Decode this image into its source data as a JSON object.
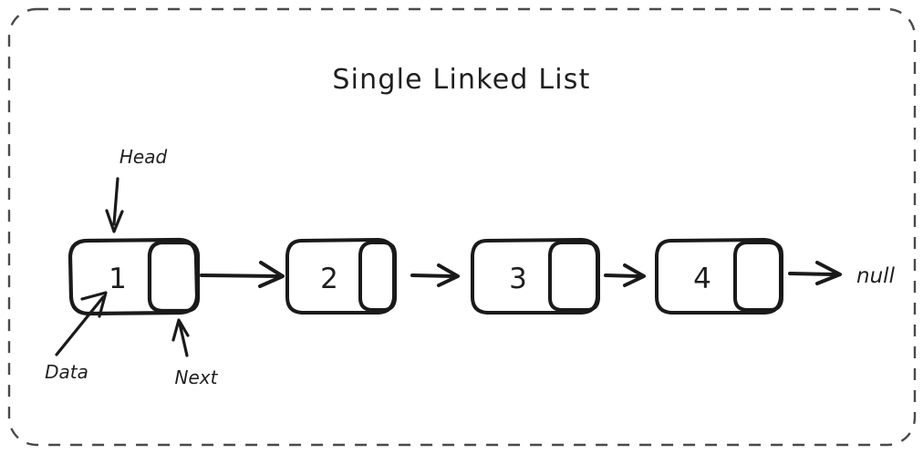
{
  "diagram": {
    "title": "Single Linked List",
    "background_color": "#ffffff",
    "frame": {
      "style": "dashed-rounded-rectangle",
      "stroke_color": "#4a4a4a"
    },
    "colors": {
      "data_cell": "#a9eab4",
      "next_cell": "#a5d5fb",
      "outline": "#1a1a1a",
      "text": "#1f1f1f"
    },
    "nodes": [
      {
        "id": "node-1",
        "value": "1",
        "data_label": "Data",
        "next_label": "Next"
      },
      {
        "id": "node-2",
        "value": "2"
      },
      {
        "id": "node-3",
        "value": "3"
      },
      {
        "id": "node-4",
        "value": "4"
      }
    ],
    "annotations": {
      "head": "Head",
      "data": "Data",
      "next": "Next"
    },
    "terminator": "null",
    "links": [
      {
        "from": "node-1",
        "to": "node-2"
      },
      {
        "from": "node-2",
        "to": "node-3"
      },
      {
        "from": "node-3",
        "to": "node-4"
      },
      {
        "from": "node-4",
        "to": "null"
      }
    ]
  }
}
